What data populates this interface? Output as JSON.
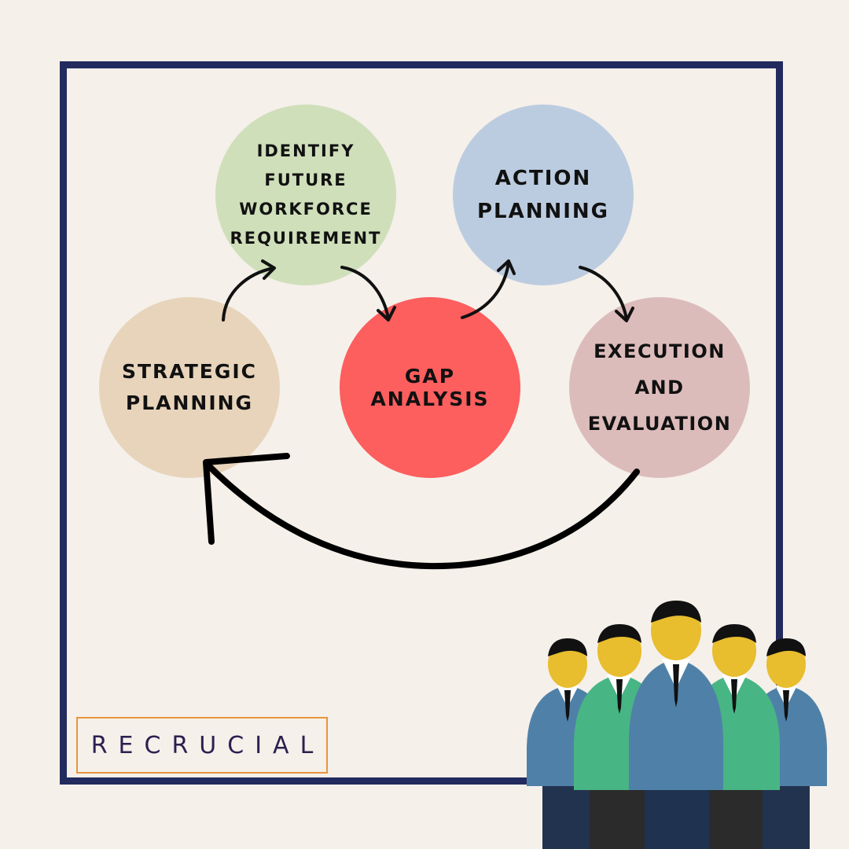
{
  "diagram": {
    "nodes": [
      {
        "id": "strategic",
        "lines": [
          "Strategic",
          "Planning"
        ],
        "color": "#e7d4bb"
      },
      {
        "id": "identify",
        "lines": [
          "Identify",
          "Future",
          "Workforce",
          "Requirement"
        ],
        "color": "#cfdfba"
      },
      {
        "id": "gap",
        "lines": [
          "Gap Analysis"
        ],
        "color": "#fd5e5e"
      },
      {
        "id": "action",
        "lines": [
          "Action",
          "Planning"
        ],
        "color": "#bccce0"
      },
      {
        "id": "exec",
        "lines": [
          "Execution and",
          "Evaluation"
        ],
        "color": "#dcbcbb"
      }
    ],
    "edges": [
      {
        "from": "strategic",
        "to": "identify"
      },
      {
        "from": "identify",
        "to": "gap"
      },
      {
        "from": "gap",
        "to": "action"
      },
      {
        "from": "action",
        "to": "exec"
      },
      {
        "from": "exec",
        "to": "strategic"
      }
    ]
  },
  "logo": {
    "text": "RECRUCIAL",
    "border_color": "#e8953e",
    "text_color": "#2a2150"
  },
  "colors": {
    "background": "#f5f0ea",
    "frame": "#232b5e",
    "people_blue": "#4f81a8",
    "people_green": "#48b584",
    "skin": "#e8bd2e"
  }
}
